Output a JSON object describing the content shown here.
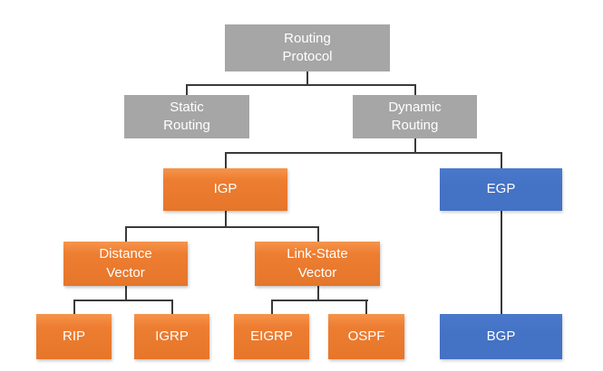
{
  "diagram": {
    "title": "Routing Protocol",
    "type": "tree",
    "colors": {
      "gray": "#A6A6A6",
      "orange": "#ED7D31",
      "orange_light": "#F5954C",
      "orange_dark": "#E6762A",
      "blue": "#4472C4",
      "blue_light": "#4A79CC",
      "line": "#3A3A3A",
      "text": "#FFFFFF",
      "background": "#FFFFFF"
    },
    "nodes": [
      {
        "id": "routing-protocol",
        "label": "Routing\nProtocol",
        "category": "gray",
        "parent": null
      },
      {
        "id": "static-routing",
        "label": "Static\nRouting",
        "category": "gray",
        "parent": "routing-protocol"
      },
      {
        "id": "dynamic-routing",
        "label": "Dynamic\nRouting",
        "category": "gray",
        "parent": "routing-protocol"
      },
      {
        "id": "igp",
        "label": "IGP",
        "category": "orange",
        "parent": "dynamic-routing"
      },
      {
        "id": "egp",
        "label": "EGP",
        "category": "blue",
        "parent": "dynamic-routing"
      },
      {
        "id": "distance-vector",
        "label": "Distance\nVector",
        "category": "orange",
        "parent": "igp"
      },
      {
        "id": "link-state-vector",
        "label": "Link-State\nVector",
        "category": "orange",
        "parent": "igp"
      },
      {
        "id": "rip",
        "label": "RIP",
        "category": "orange",
        "parent": "distance-vector"
      },
      {
        "id": "igrp",
        "label": "IGRP",
        "category": "orange",
        "parent": "distance-vector"
      },
      {
        "id": "eigrp",
        "label": "EIGRP",
        "category": "orange",
        "parent": "link-state-vector"
      },
      {
        "id": "ospf",
        "label": "OSPF",
        "category": "orange",
        "parent": "link-state-vector"
      },
      {
        "id": "bgp",
        "label": "BGP",
        "category": "blue",
        "parent": "egp"
      }
    ]
  }
}
